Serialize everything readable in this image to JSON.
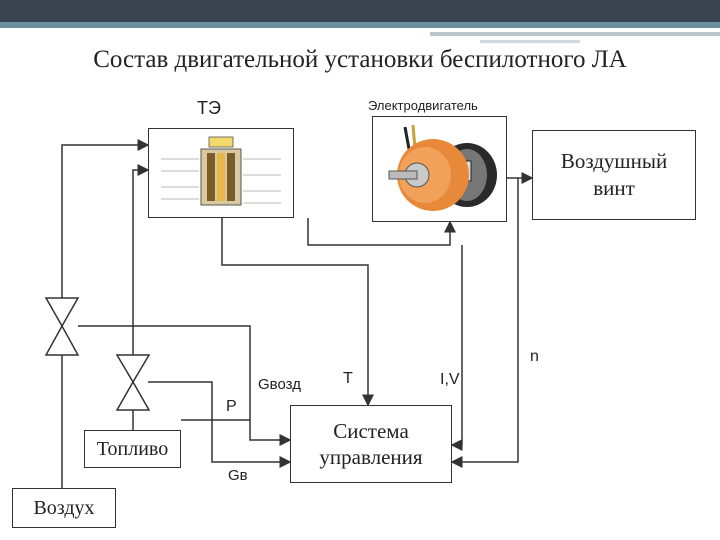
{
  "title": "Состав двигательной установки беспилотного ЛА",
  "labels": {
    "fuel_cell": "ТЭ",
    "electric_motor": "Электродвигатель",
    "propeller": "Воздушный винт",
    "control_system": "Система управления",
    "fuel": "Топливо",
    "air": "Воздух",
    "g_air": "Gвозд",
    "g_fuel": "Gв",
    "pressure": "P",
    "temperature": "T",
    "current_voltage": "I,V",
    "rpm": "n"
  },
  "colors": {
    "header_bar": "#3a4450",
    "header_accent": "#6b8e9b",
    "line": "#333333",
    "motor_orange": "#e8893a"
  }
}
